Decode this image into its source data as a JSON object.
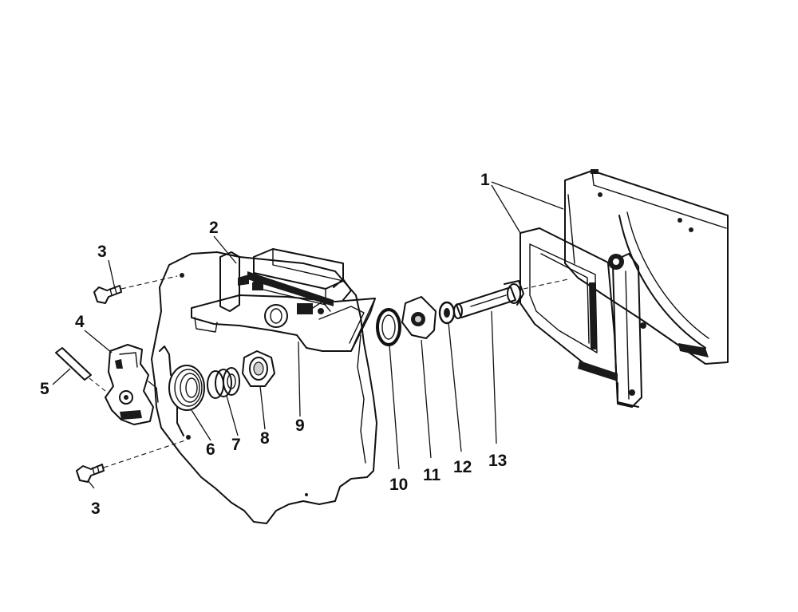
{
  "diagram": {
    "labels": {
      "p1": "1",
      "p2": "2",
      "p3a": "3",
      "p3b": "3",
      "p4": "4",
      "p5": "5",
      "p6": "6",
      "p7": "7",
      "p8": "8",
      "p9": "9",
      "p10": "10",
      "p11": "11",
      "p12": "12",
      "p13": "13"
    }
  }
}
